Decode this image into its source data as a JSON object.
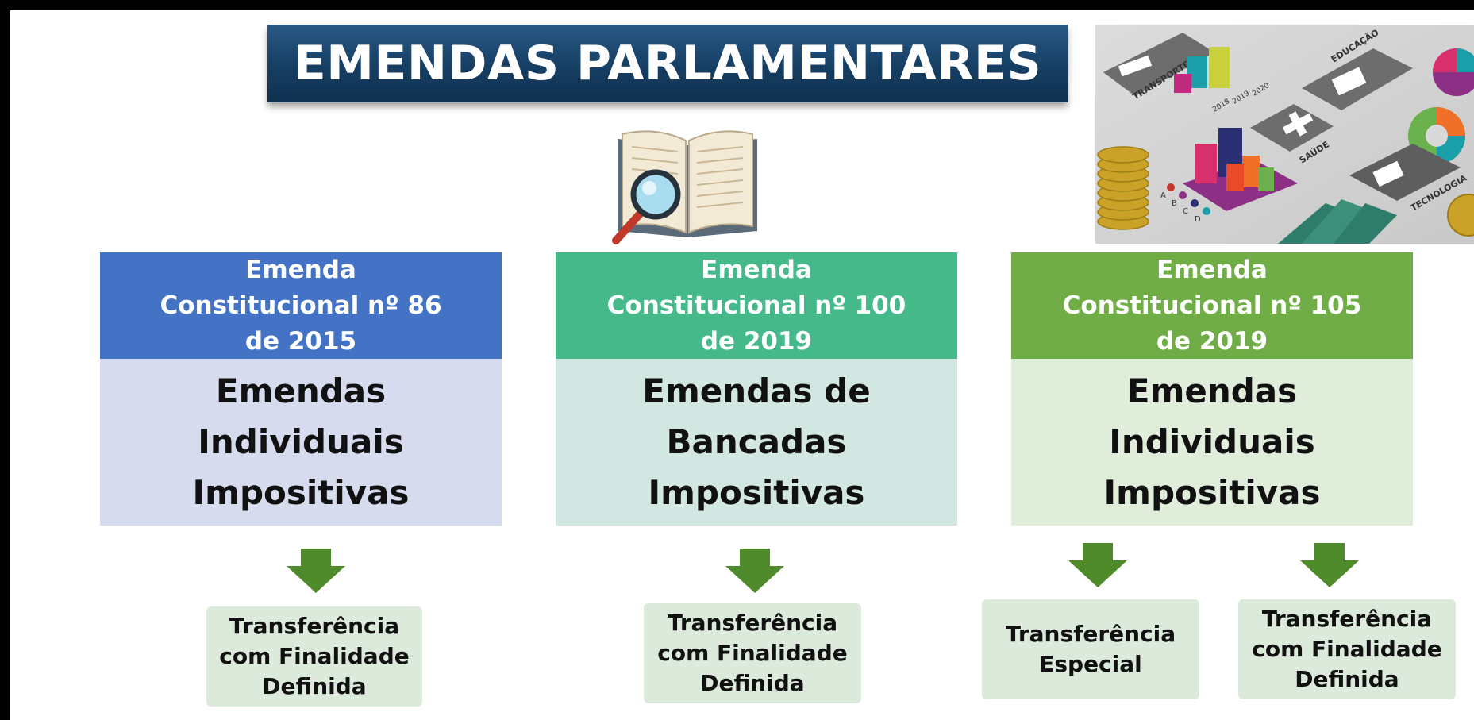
{
  "title": "EMENDAS PARLAMENTARES",
  "colors": {
    "title_banner": "#163e63",
    "card1_header": "#4472c4",
    "card2_header": "#46b98a",
    "card3_header": "#70ad47",
    "arrow": "#4f8a2b",
    "result_box": "#dceadc"
  },
  "icons": [
    "book-magnifier-icon",
    "budget-infographic-image",
    "down-arrow-icon"
  ],
  "collage_labels": {
    "transporte": "TRANSPORTE",
    "educacao": "EDUCAÇÃO",
    "saude": "SAÚDE",
    "tecnologia": "TECNOLOGIA",
    "years": [
      "2018",
      "2019",
      "2020"
    ],
    "letters": [
      "A",
      "B",
      "C",
      "D"
    ]
  },
  "cards": [
    {
      "header": "Emenda\nConstitucional nº 86\nde 2015",
      "body": "Emendas\nIndividuais\nImpositivas",
      "results": [
        "Transferência\ncom Finalidade\nDefinida"
      ]
    },
    {
      "header": "Emenda\nConstitucional nº 100\nde 2019",
      "body": "Emendas de\nBancadas\nImpositivas",
      "results": [
        "Transferência\ncom Finalidade\nDefinida"
      ]
    },
    {
      "header": "Emenda\nConstitucional nº 105\nde 2019",
      "body": "Emendas\nIndividuais\nImpositivas",
      "results": [
        "Transferência\nEspecial",
        "Transferência\ncom Finalidade\nDefinida"
      ]
    }
  ]
}
